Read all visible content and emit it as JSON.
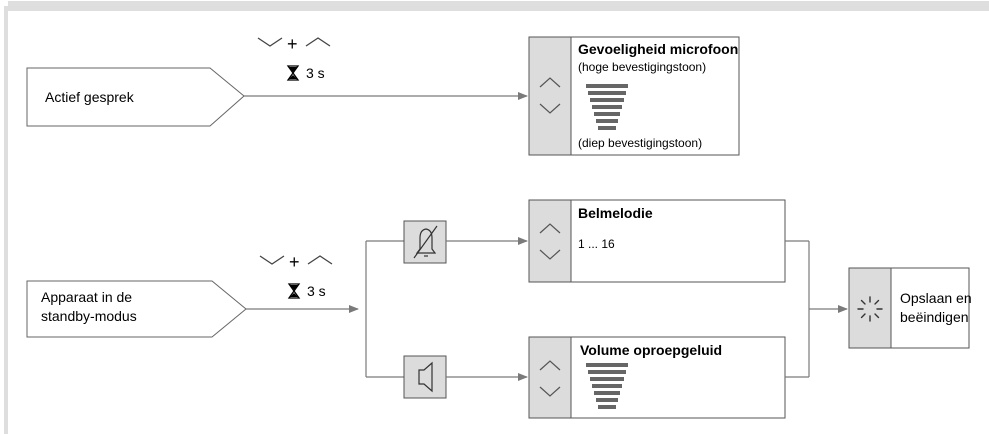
{
  "frame": {
    "border_color": "#dedede"
  },
  "colors": {
    "line": "#7a7a7a",
    "panel": "#dcdcdc",
    "box_border": "#555555",
    "bars": "#666666"
  },
  "top": {
    "combo_timer": "3 s",
    "source": {
      "label": "Actief gesprek"
    },
    "target": {
      "title": "Gevoeligheid microfoon",
      "high_note": "(hoge bevestigingstoon)",
      "low_note": "(diep bevestigingstoon)",
      "controls_icon": "up-down-chevrons-icon",
      "level_icon": "level-bars-icon"
    }
  },
  "bottom": {
    "combo_timer": "3 s",
    "source": {
      "label_line1": "Apparaat in de",
      "label_line2": "standby-modus"
    },
    "branch_upper": {
      "icon": "bell-muted-icon",
      "title": "Belmelodie",
      "range": "1 ... 16"
    },
    "branch_lower": {
      "icon": "speaker-icon",
      "title": "Volume oproepgeluid"
    },
    "finish": {
      "icon": "spinner-icon",
      "label_line1": "Opslaan en",
      "label_line2": "beëindigen"
    }
  }
}
